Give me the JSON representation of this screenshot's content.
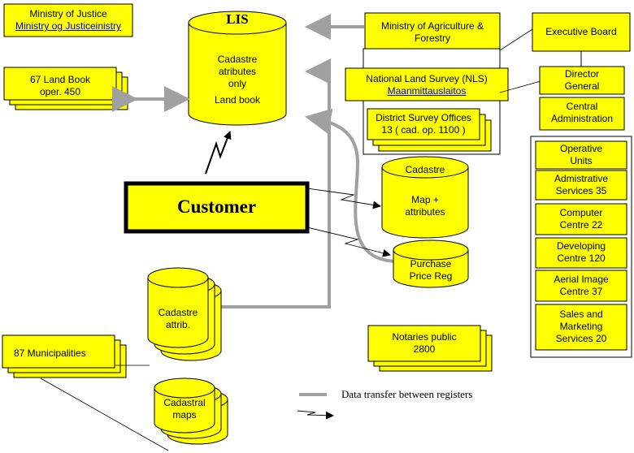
{
  "ministry_of_justice": {
    "line1": "Ministry of Justice",
    "line2": "Ministry og Justiceinistry"
  },
  "lis": {
    "title": "LIS",
    "line1": "Cadastre",
    "line2": "atributes",
    "line3": "only",
    "line4": "Land book"
  },
  "land_book": {
    "line1": "67 Land Book",
    "line2": "oper.  450"
  },
  "ministry_agriculture": {
    "line1": "Ministry of Agriculture &",
    "line2": "Forestry"
  },
  "nls": {
    "line1": "National Land Survey (NLS)",
    "line2": "Maanmittauslaitos"
  },
  "district_offices": {
    "line1": "District Survey Offices",
    "line2": "13 ( cad.  op.  1100  )"
  },
  "executive_board": "Executive Board",
  "director_general": {
    "line1": "Director",
    "line2": "General"
  },
  "central_admin": {
    "line1": "Central",
    "line2": "Administration"
  },
  "operative_units": {
    "line1": "Operative",
    "line2": "Units"
  },
  "admin_services": {
    "line1": "Admistrative",
    "line2": "Services 35"
  },
  "computer_centre": {
    "line1": "Computer",
    "line2": "Centre   22"
  },
  "developing_centre": {
    "line1": "Developing",
    "line2": "Centre  120"
  },
  "aerial_centre": {
    "line1": "Aerial Image",
    "line2": "Centre   37"
  },
  "sales_services": {
    "line1": "Sales and",
    "line2": "Marketing",
    "line3": "Services  20"
  },
  "customer": "Customer",
  "cadastre_db": {
    "line1": "Cadastre",
    "line2": "Map +",
    "line3": "attributes"
  },
  "purchase_db": {
    "line1": "Purchase",
    "line2": "Price Reg"
  },
  "cadastre_attrib": {
    "line1": "Cadastre",
    "line2": "attrib."
  },
  "municipalities": "87 Municipalities",
  "cadastral_maps": {
    "line1": "Cadastral",
    "line2": "maps"
  },
  "notaries": {
    "line1": "Notaries public",
    "line2": "2800"
  },
  "legend": {
    "data_transfer": "Data transfer between registers"
  },
  "colors": {
    "box_fill": "#ffff00",
    "connector_gray": "#a0a0a0",
    "link_blue": "#0000ee",
    "border": "#000000"
  }
}
